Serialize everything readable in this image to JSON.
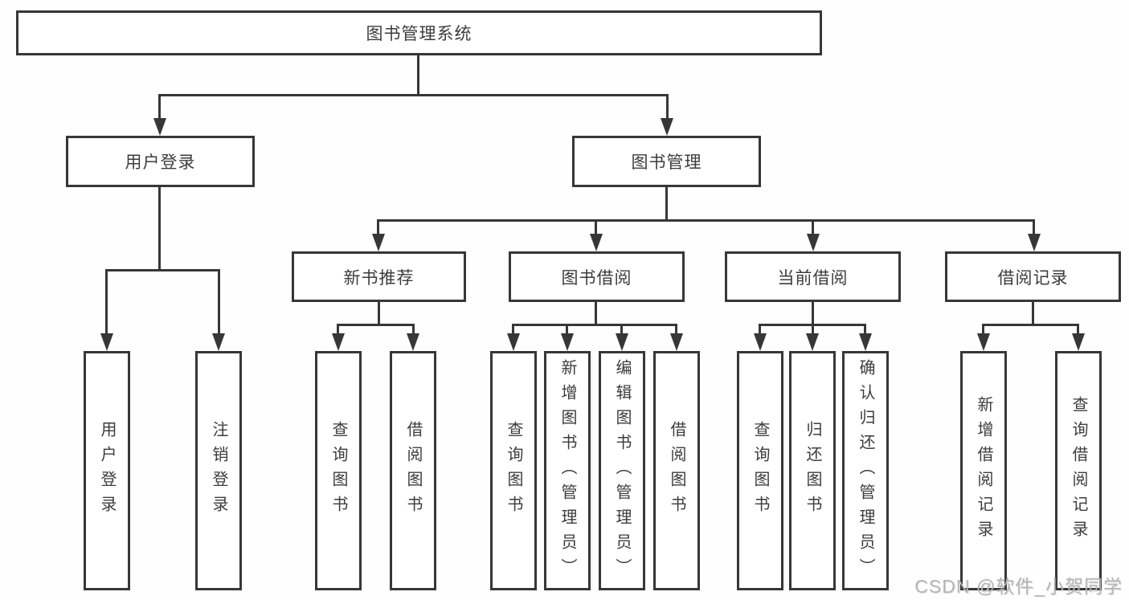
{
  "diagram": {
    "type": "hierarchy-tree",
    "root": {
      "label": "图书管理系统"
    },
    "level2": {
      "user_login": {
        "label": "用户登录"
      },
      "book_mgmt": {
        "label": "图书管理"
      }
    },
    "level3": {
      "new_book_rec": {
        "label": "新书推荐"
      },
      "book_borrow": {
        "label": "图书借阅"
      },
      "current_borrow": {
        "label": "当前借阅"
      },
      "borrow_records": {
        "label": "借阅记录"
      }
    },
    "leaves": {
      "user_login_children": [
        "用户登录",
        "注销登录"
      ],
      "new_book_rec_children": [
        "查询图书",
        "借阅图书"
      ],
      "book_borrow_children": [
        "查询图书",
        "新增图书（管理员）",
        "编辑图书（管理员）",
        "借阅图书"
      ],
      "current_borrow_children": [
        "查询图书",
        "归还图书",
        "确认归还（管理员）"
      ],
      "borrow_records_children": [
        "新增借阅记录",
        "查询借阅记录"
      ]
    }
  },
  "watermark": {
    "text": "CSDN @软件_小贺同学"
  },
  "colors": {
    "line": "#373737",
    "text": "#3c3c3c",
    "background": "#ffffff",
    "watermark": "#b6b6b6"
  }
}
